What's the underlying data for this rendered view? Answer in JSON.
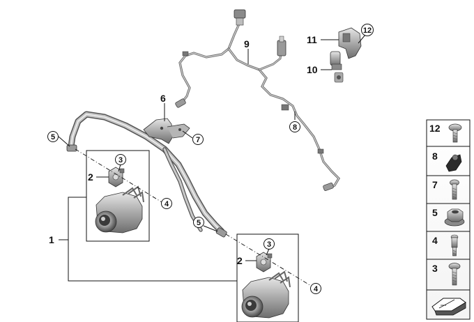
{
  "diagram": {
    "callouts": {
      "c1": "1",
      "c2a": "2",
      "c2b": "2",
      "c3a": "3",
      "c3b": "3",
      "c4a": "4",
      "c4b": "4",
      "c5a": "5",
      "c5b": "5",
      "c6": "6",
      "c7": "7",
      "c8": "8",
      "c9": "9",
      "c10": "10",
      "c11": "11",
      "c12": "12"
    },
    "parts_catalog": [
      {
        "number": "12",
        "icon": "torx-flange-bolt-icon"
      },
      {
        "number": "8",
        "icon": "cable-clip-icon"
      },
      {
        "number": "7",
        "icon": "torx-bolt-icon"
      },
      {
        "number": "5",
        "icon": "hex-flange-nut-icon"
      },
      {
        "number": "4",
        "icon": "shoulder-screw-icon"
      },
      {
        "number": "3",
        "icon": "torx-bolt-long-icon"
      }
    ],
    "catalog_footer_icon": "parts-catalog-arrow-icon",
    "colors": {
      "line": "#111111",
      "part": "#9a9a9a",
      "part_dark": "#5a5a5a"
    }
  }
}
